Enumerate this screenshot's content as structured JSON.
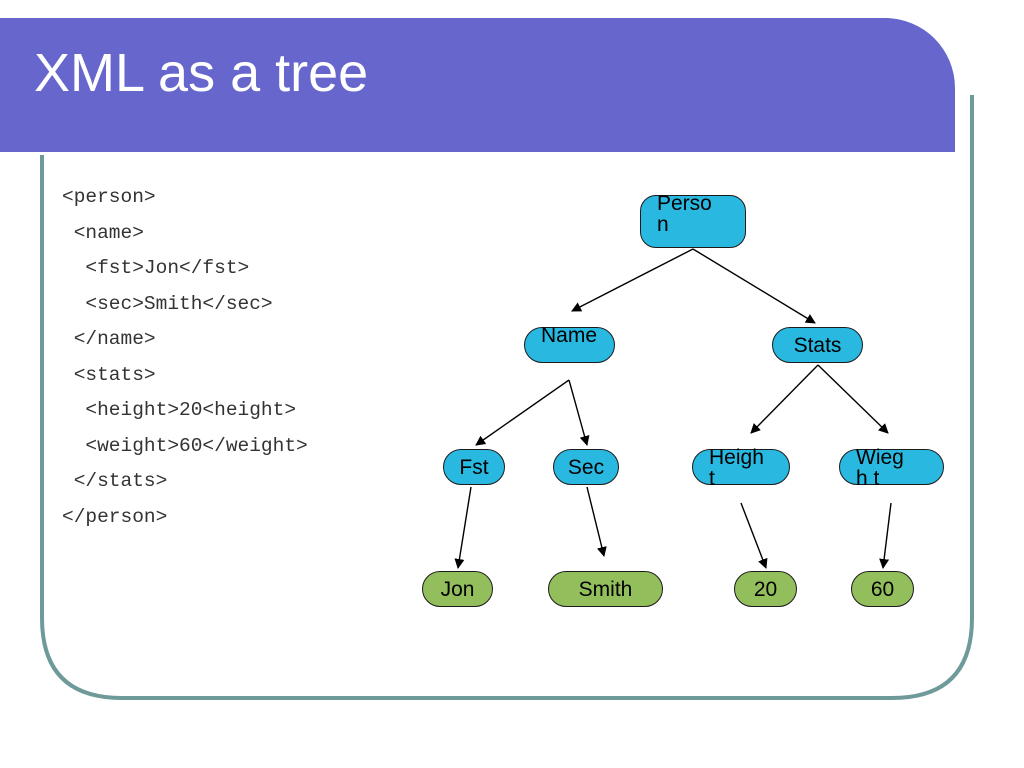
{
  "title": "XML as a tree",
  "colors": {
    "title_bar": "#6666cc",
    "frame": "#6f9a9a",
    "node_element": "#29b8e0",
    "node_value": "#93be5c"
  },
  "code_lines": [
    "<person>",
    " <name>",
    "  <fst>Jon</fst>",
    "  <sec>Smith</sec>",
    " </name>",
    " <stats>",
    "  <height>20<height>",
    "  <weight>60</weight>",
    " </stats>",
    "</person>"
  ],
  "tree": {
    "nodes": {
      "person": "Person",
      "name": "Name",
      "stats": "Stats",
      "fst": "Fst",
      "sec": "Sec",
      "height": "Height",
      "wiegh": "Wiegh t",
      "jon": "Jon",
      "smith": "Smith",
      "v20": "20",
      "v60": "60"
    },
    "edges": [
      [
        "person",
        "name"
      ],
      [
        "person",
        "stats"
      ],
      [
        "name",
        "fst"
      ],
      [
        "name",
        "sec"
      ],
      [
        "stats",
        "height"
      ],
      [
        "stats",
        "wiegh"
      ],
      [
        "fst",
        "jon"
      ],
      [
        "sec",
        "smith"
      ],
      [
        "height",
        "v20"
      ],
      [
        "wiegh",
        "v60"
      ]
    ]
  }
}
